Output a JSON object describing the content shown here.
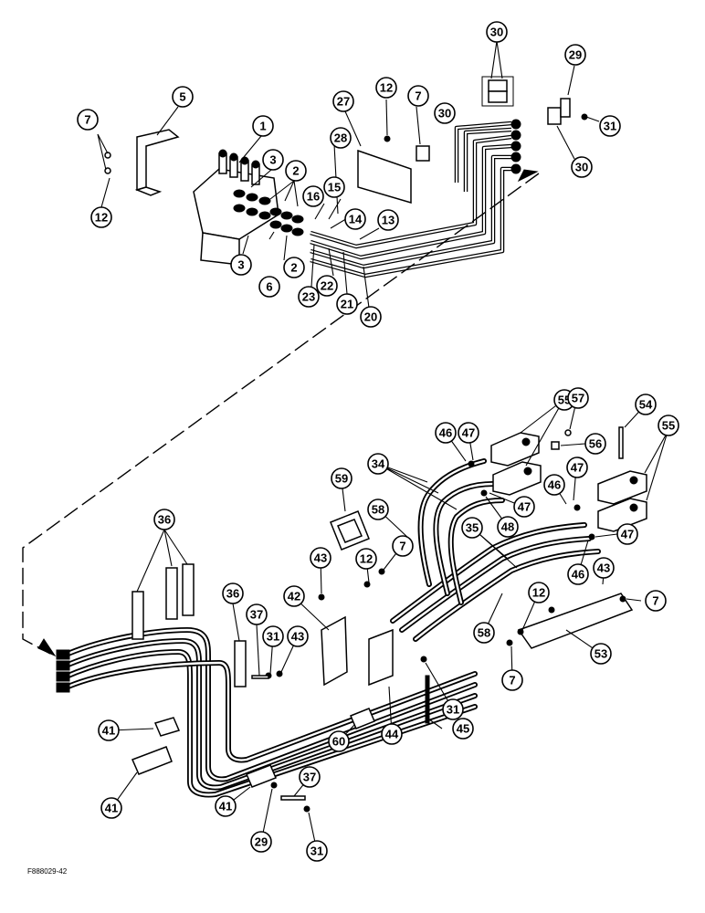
{
  "figure_code": "F888029-42",
  "callouts": {
    "c1": "1",
    "c2a": "2",
    "c2b": "2",
    "c3a": "3",
    "c3b": "3",
    "c5": "5",
    "c6": "6",
    "c7a": "7",
    "c7b": "7",
    "c12a": "12",
    "c12b": "12",
    "c13": "13",
    "c14": "14",
    "c15": "15",
    "c16": "16",
    "c20": "20",
    "c21": "21",
    "c22": "22",
    "c23": "23",
    "c27": "27",
    "c28": "28",
    "c29a": "29",
    "c30a": "30",
    "c30b": "30",
    "c30c": "30",
    "c31a": "31",
    "c36a": "36",
    "c36b": "36",
    "c37a": "37",
    "c31b": "31",
    "c43a": "43",
    "c42": "42",
    "c43b": "43",
    "c12c": "12",
    "c7c": "7",
    "c59": "59",
    "c58a": "58",
    "c34": "34",
    "c46a": "46",
    "c47a": "47",
    "c55a": "55",
    "c57": "57",
    "c56": "56",
    "c54": "54",
    "c55b": "55",
    "c47b": "47",
    "c46b": "46",
    "c47c": "47",
    "c35": "35",
    "c48": "48",
    "c47d": "47",
    "c46c": "46",
    "c43c": "43",
    "c7d": "7",
    "c12d": "12",
    "c58b": "58",
    "c7e": "7",
    "c53": "53",
    "c31c": "31",
    "c44": "44",
    "c45": "45",
    "c60": "60",
    "c41a": "41",
    "c41b": "41",
    "c41c": "41",
    "c29b": "29",
    "c37b": "37",
    "c31d": "31"
  }
}
